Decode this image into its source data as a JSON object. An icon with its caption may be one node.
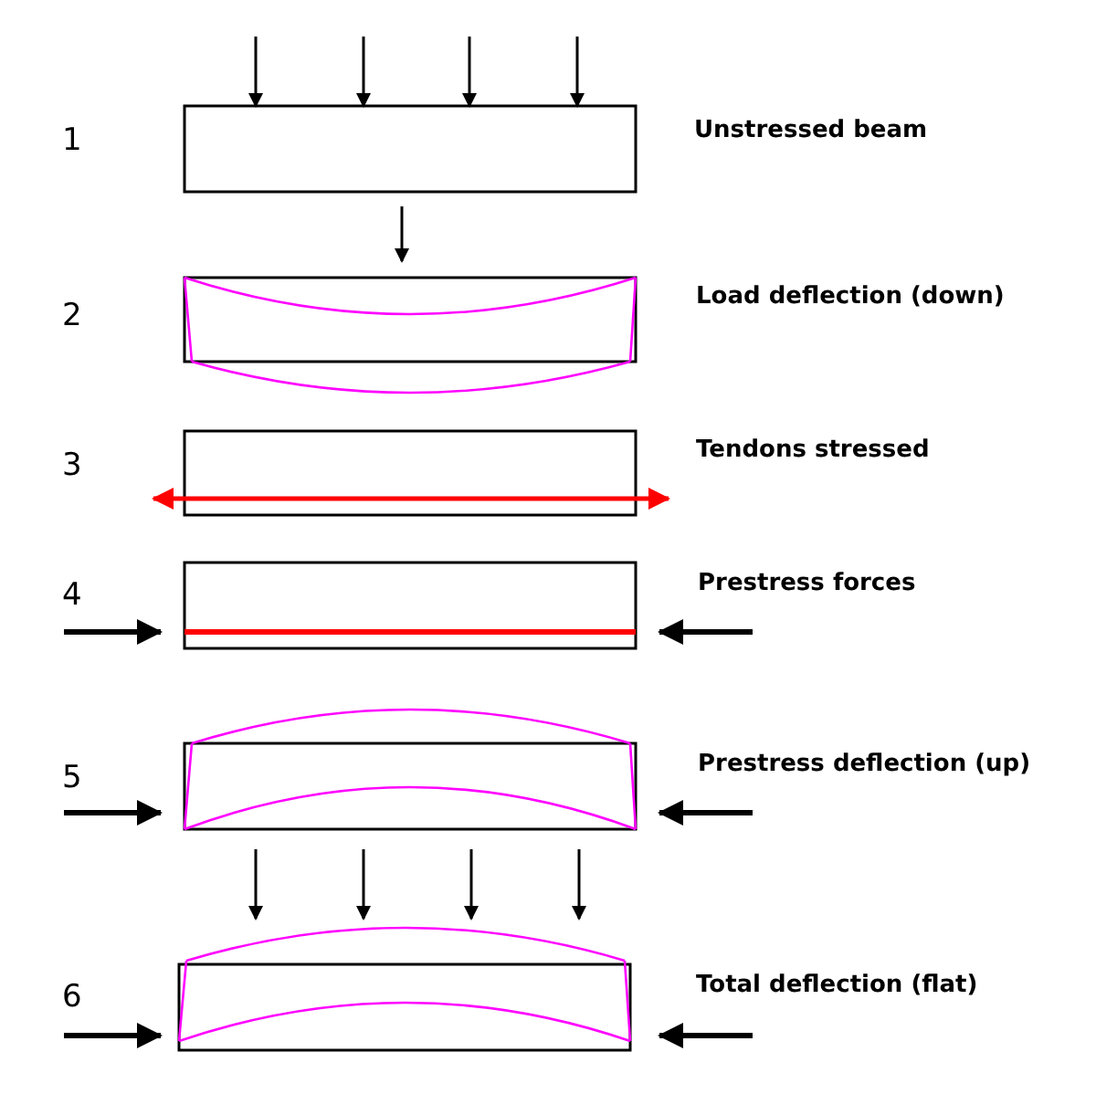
{
  "diagram": {
    "labels": [
      "1",
      "Unstressed beam",
      "2",
      "Load deflection (down)",
      "3",
      "Tendons stressed",
      "4",
      "Prestress forces",
      "5",
      "Prestress deflection (up)",
      "6",
      "Total deflection (flat)"
    ]
  }
}
